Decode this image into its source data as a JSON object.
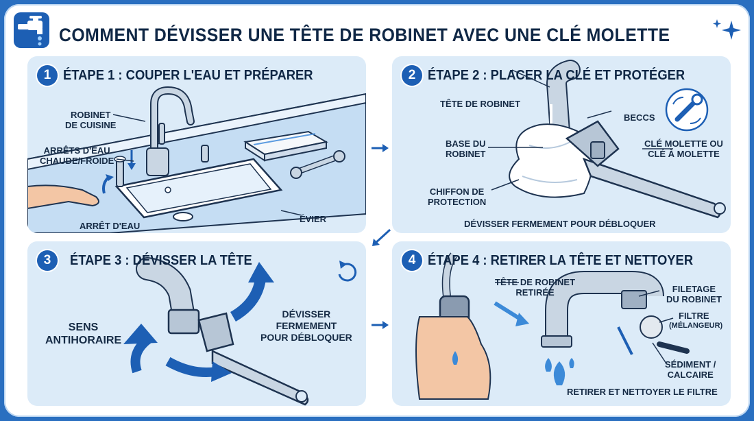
{
  "title": "COMMENT DÉVISSER UNE TÊTE DE ROBINET AVEC UNE CLÉ MOLETTE",
  "colors": {
    "accent": "#1d5fb4",
    "panel": "#dcebf8",
    "frame": "#2a6fc0",
    "water": "#3c8ad8"
  },
  "steps": [
    {
      "number": "1",
      "title": "ÉTAPE 1 : COUPER L'EAU ET PRÉPARER",
      "labels": {
        "faucet": "ROBINET\nDE CUISINE",
        "valves": "ARRÊTS D'EAU\nCHAUDE/FROIDE",
        "shutoff": "ARRÊT D'EAU",
        "sink": "ÉVIER"
      }
    },
    {
      "number": "2",
      "title": "ÉTAPE 2 : PLACER LA CLÉ ET PROTÉGER",
      "labels": {
        "head": "TÊTE DE ROBINET",
        "jaws": "BECCS",
        "base": "BASE DU\nROBINET",
        "wrench": "CLÉ MOLETTE OU\nCLÉ À MOLETTE",
        "cloth": "CHIFFON DE\nPROTECTION",
        "caption": "DÉVISSER FERMEMENT POUR DÉBLOQUER"
      }
    },
    {
      "number": "3",
      "title": "ÉTAPE 3 : DÉVISSER LA TÊTE",
      "labels": {
        "direction": "SENS\nANTIHORAIRE",
        "instruction": "DÉVISSER\nFERMEMENT\nPOUR DÉBLOQUER"
      }
    },
    {
      "number": "4",
      "title": "ÉTAPE 4 : RETIRER LA TÊTE ET NETTOYER",
      "labels": {
        "removed": "TÊTE DE ROBINET\nRETIRÉE",
        "thread": "FILETAGE\nDU ROBINET",
        "filter": "FILTRE",
        "mixer": "(MÉLANGEUR)",
        "sediment": "SÉDIMENT /\nCALCAIRE",
        "caption": "RETIRER ET NETTOYER LE FILTRE"
      }
    }
  ],
  "icons": [
    "faucet-icon",
    "sparkle-icon",
    "wrench-circle-icon",
    "rotate-icon",
    "arrow-right-icon",
    "arrow-down-left-icon"
  ]
}
